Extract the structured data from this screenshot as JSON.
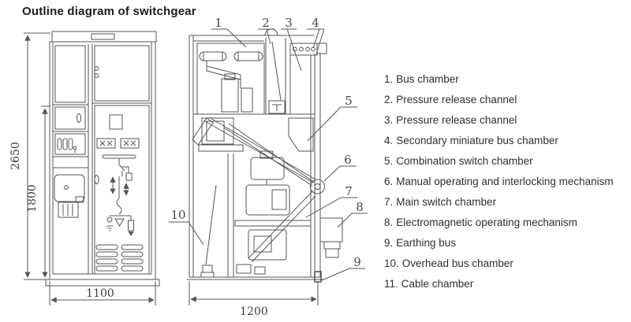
{
  "title": "Outline diagram of switchgear",
  "legend": {
    "items": [
      {
        "num": "1.",
        "label": "Bus chamber"
      },
      {
        "num": "2.",
        "label": "Pressure release channel"
      },
      {
        "num": "3.",
        "label": "Pressure release channel"
      },
      {
        "num": "4.",
        "label": "Secondary miniature bus chamber"
      },
      {
        "num": "5.",
        "label": "Combination switch chamber"
      },
      {
        "num": "6.",
        "label": "Manual operating and interlocking mechanism"
      },
      {
        "num": "7.",
        "label": "Main switch chamber"
      },
      {
        "num": "8.",
        "label": "Electromagnetic operating mechanism"
      },
      {
        "num": "9.",
        "label": "Earthing bus"
      },
      {
        "num": "10.",
        "label": "Overhead bus chamber"
      },
      {
        "num": "11.",
        "label": "Cable chamber"
      }
    ]
  },
  "dimensions": {
    "overall_height": "2650",
    "lower_height": "1800",
    "front_width": "1100",
    "side_depth": "1200"
  },
  "callouts": {
    "n1": "1",
    "n2": "2",
    "n3": "3",
    "n4": "4",
    "n5": "5",
    "n6": "6",
    "n7": "7",
    "n8": "8",
    "n9": "9",
    "n10": "10"
  },
  "colors": {
    "line": "#565656",
    "text": "#2f2f2f"
  }
}
